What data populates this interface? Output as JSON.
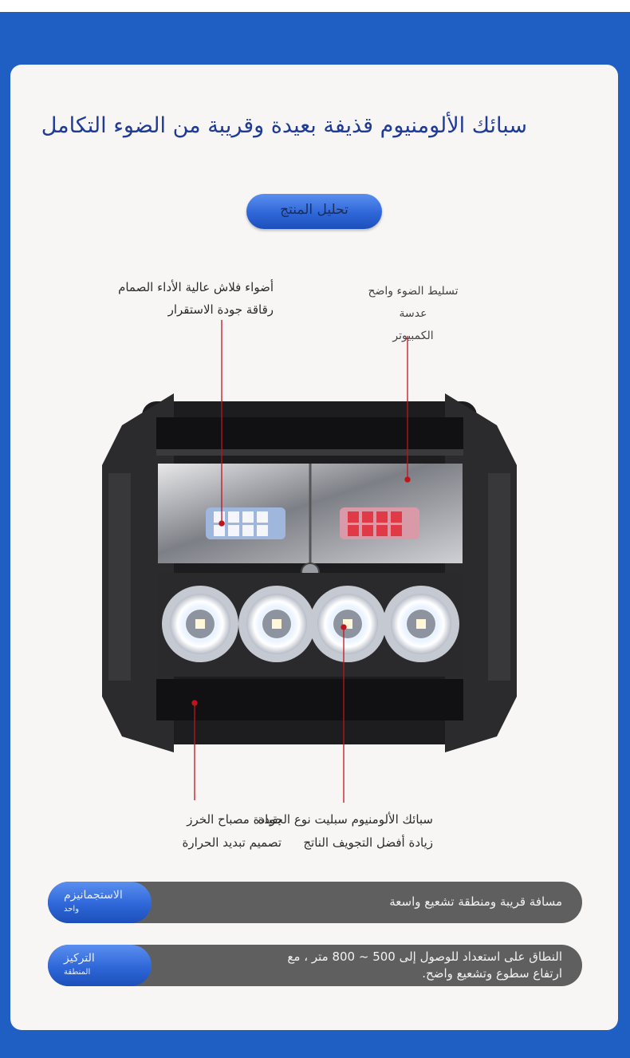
{
  "header": {
    "title": "سبائك الألومنيوم قذيفة بعيدة وقريبة من الضوء التكامل",
    "analysis_button": "تحليل المنتج"
  },
  "callouts": {
    "top_left": {
      "line1": "أضواء فلاش عالية الأداء الصمام",
      "line2": "رقاقة جودة الاستقرار"
    },
    "top_right": {
      "line1": "تسليط الضوء واضح عدسة",
      "line2": "الكمبيوتر"
    },
    "bottom_left": {
      "line1": "بقيادة مصباح الخرز",
      "line2": "تصميم تبديد الحرارة"
    },
    "bottom_right": {
      "line1": "سبائك الألومنيوم سبليت نوع الجودة",
      "line2": "زيادة أفضل التجويف الناتج"
    }
  },
  "features": [
    {
      "badge_title": "الاستجمانيزم",
      "badge_sub": "واحد",
      "text": "مسافة قريبة ومنطقة تشعيع واسعة"
    },
    {
      "badge_title": "التركيز",
      "badge_sub": "المنطقة",
      "text_line1": "النطاق على استعداد للوصول إلى 500 ~ 800 متر ، مع",
      "text_line2": "ارتفاع سطوع وتشعيع واضح."
    }
  ],
  "colors": {
    "frame_blue": "#1f5fc4",
    "title_blue": "#1f3b96",
    "leader_red": "#c0141c",
    "feature_bar": "#5f5f5f"
  }
}
